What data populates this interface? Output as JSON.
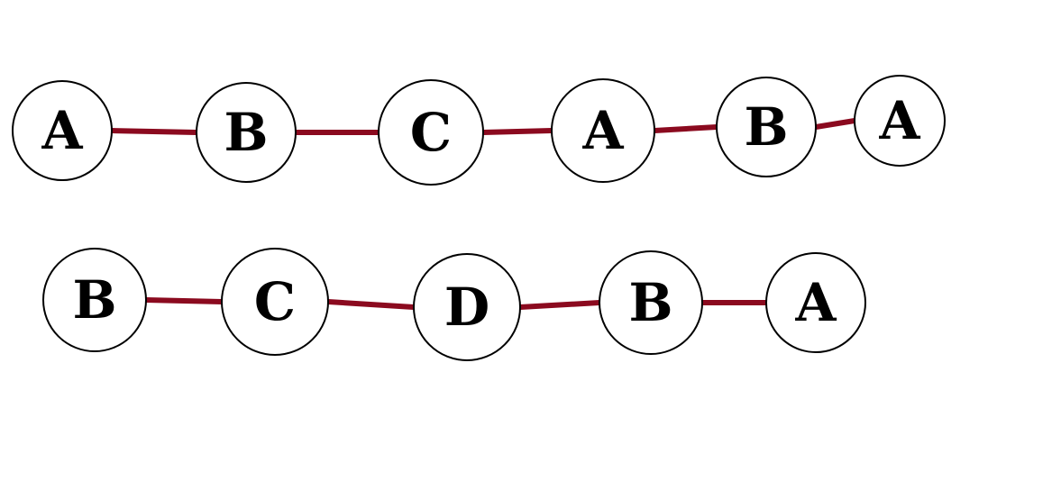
{
  "colors": {
    "edge": "#8B0A1F",
    "node_stroke": "#000000",
    "node_fill": "#ffffff",
    "label": "#000000"
  },
  "rows": [
    {
      "id": "row-1",
      "nodes": [
        {
          "label": "A"
        },
        {
          "label": "B"
        },
        {
          "label": "C"
        },
        {
          "label": "A"
        },
        {
          "label": "B"
        },
        {
          "label": "A"
        }
      ]
    },
    {
      "id": "row-2",
      "nodes": [
        {
          "label": "B"
        },
        {
          "label": "C"
        },
        {
          "label": "D"
        },
        {
          "label": "B"
        },
        {
          "label": "A"
        }
      ]
    }
  ]
}
